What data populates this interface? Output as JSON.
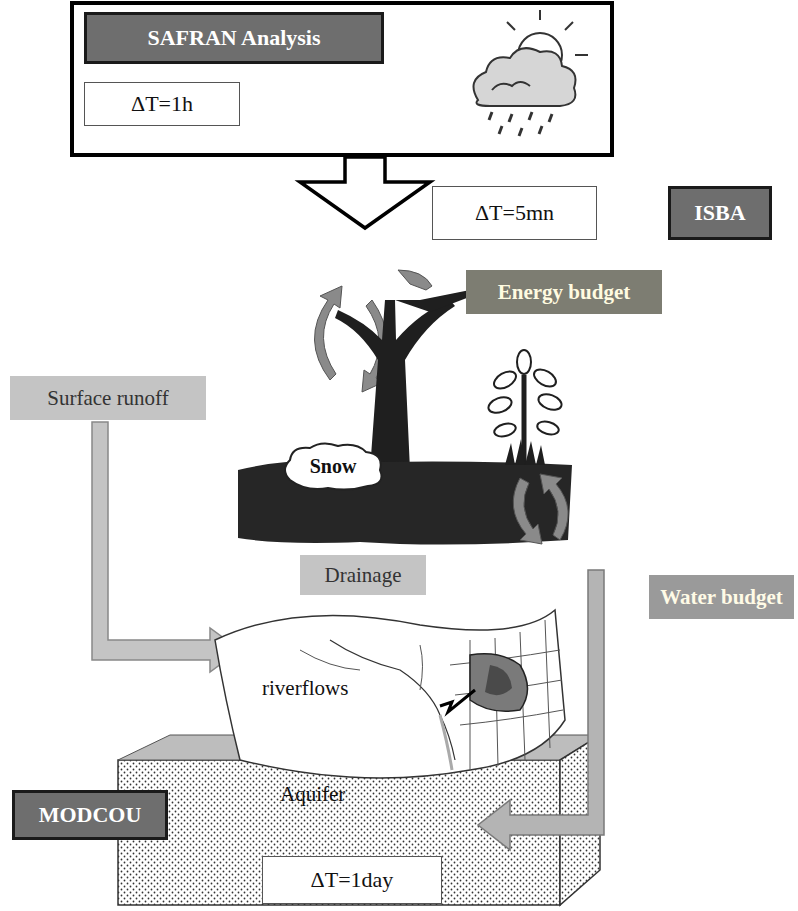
{
  "diagram": {
    "nodes": [
      {
        "text": [
          "SAFRAN Analysis"
        ]
      },
      {
        "text": [
          "ΔT=1h"
        ]
      },
      {
        "text": [
          "ΔT=5mn"
        ]
      },
      {
        "text": [
          "ISBA"
        ]
      },
      {
        "text": [
          "Energy budget"
        ]
      },
      {
        "text": [
          "Surface runoff"
        ]
      },
      {
        "text": [
          "Snow"
        ]
      },
      {
        "text": [
          "Drainage"
        ]
      },
      {
        "text": [
          "Water budget"
        ]
      },
      {
        "text": [
          "MODCOU"
        ]
      },
      {
        "text": [
          "ΔT=1day"
        ]
      }
    ],
    "labels": [
      "riverflows",
      "Aquifer"
    ]
  }
}
